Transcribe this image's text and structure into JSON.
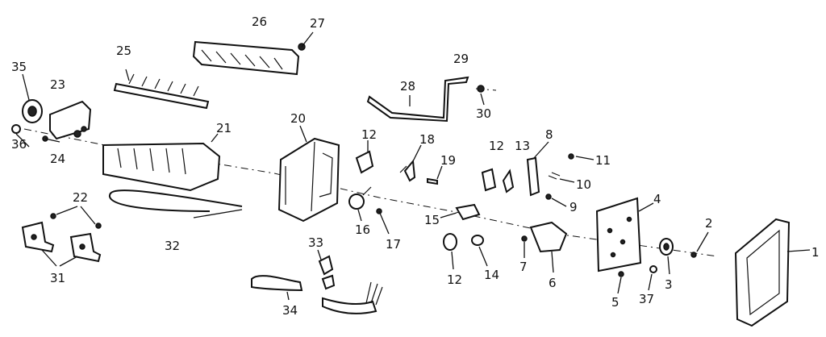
{
  "colors": {
    "ink": "#111111",
    "paper": "#ffffff"
  },
  "labels": {
    "p1": "1",
    "p2": "2",
    "p3": "3",
    "p4": "4",
    "p5": "5",
    "p6": "6",
    "p7": "7",
    "p8": "8",
    "p9": "9",
    "p10": "10",
    "p11": "11",
    "p12a": "12",
    "p12b": "12",
    "p12c": "12",
    "p13": "13",
    "p14": "14",
    "p15": "15",
    "p16": "16",
    "p17": "17",
    "p18": "18",
    "p19": "19",
    "p20": "20",
    "p21": "21",
    "p22": "22",
    "p23": "23",
    "p24": "24",
    "p25": "25",
    "p26": "26",
    "p27": "27",
    "p28": "28",
    "p29": "29",
    "p30": "30",
    "p31": "31",
    "p32": "32",
    "p33": "33",
    "p34": "34",
    "p35": "35",
    "p36": "36",
    "p37": "37"
  }
}
